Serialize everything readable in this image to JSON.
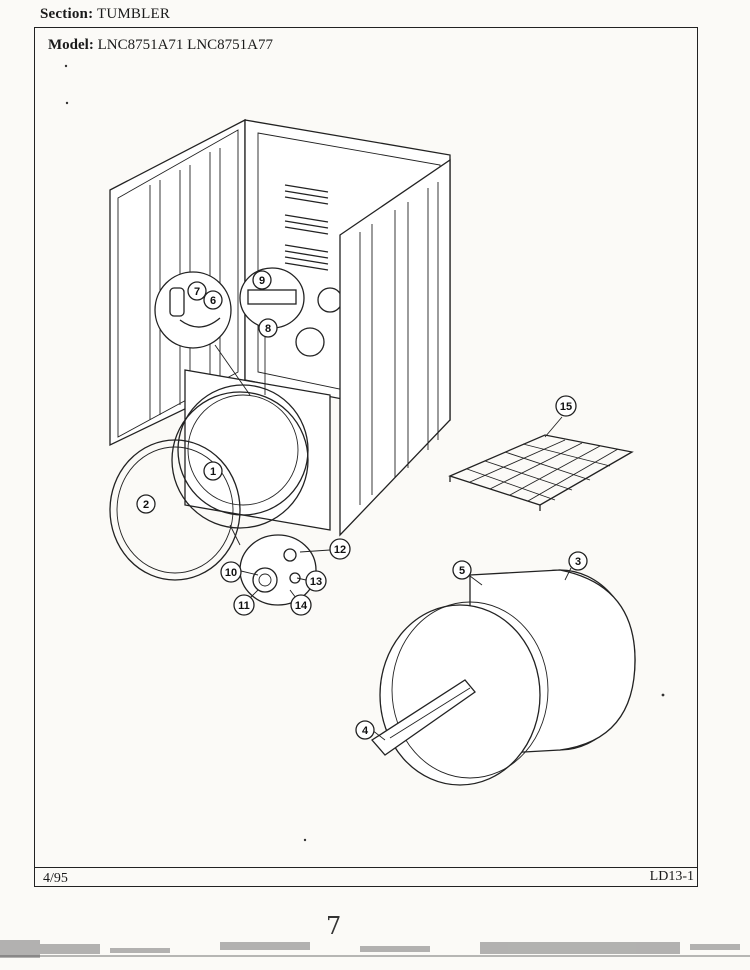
{
  "header": {
    "section_label": "Section:",
    "section_value": "TUMBLER",
    "model_label": "Model:",
    "model_values": "LNC8751A71  LNC8751A77"
  },
  "footer": {
    "date": "4/95",
    "page_id": "LD13-1",
    "hand_mark": "7"
  },
  "callouts": [
    {
      "id": "1",
      "part": "1"
    },
    {
      "id": "2",
      "part": "2"
    },
    {
      "id": "3",
      "part": "3"
    },
    {
      "id": "4",
      "part": "4"
    },
    {
      "id": "5",
      "part": "5"
    },
    {
      "id": "6",
      "part": "6"
    },
    {
      "id": "7",
      "part": "7"
    },
    {
      "id": "8",
      "part": "8"
    },
    {
      "id": "9",
      "part": "9"
    },
    {
      "id": "10",
      "part": "10"
    },
    {
      "id": "11",
      "part": "11"
    },
    {
      "id": "12",
      "part": "12"
    },
    {
      "id": "13",
      "part": "13"
    },
    {
      "id": "14",
      "part": "14"
    },
    {
      "id": "15",
      "part": "15"
    }
  ]
}
